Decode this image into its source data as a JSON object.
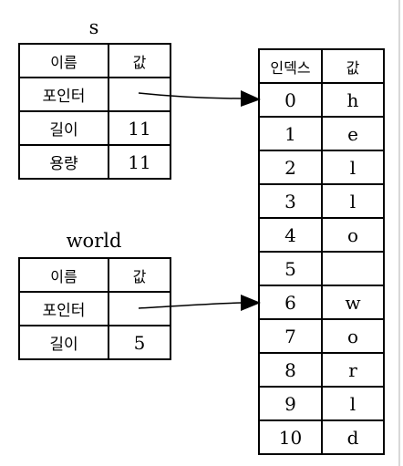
{
  "s_table": {
    "title": "s",
    "header": {
      "name": "이름",
      "value": "값"
    },
    "rows": [
      {
        "name": "포인터",
        "value": ""
      },
      {
        "name": "길이",
        "value": "11"
      },
      {
        "name": "용량",
        "value": "11"
      }
    ]
  },
  "world_table": {
    "title": "world",
    "header": {
      "name": "이름",
      "value": "값"
    },
    "rows": [
      {
        "name": "포인터",
        "value": ""
      },
      {
        "name": "길이",
        "value": "5"
      }
    ]
  },
  "heap_table": {
    "header": {
      "index": "인덱스",
      "value": "값"
    },
    "rows": [
      {
        "index": "0",
        "value": "h"
      },
      {
        "index": "1",
        "value": "e"
      },
      {
        "index": "2",
        "value": "l"
      },
      {
        "index": "3",
        "value": "l"
      },
      {
        "index": "4",
        "value": "o"
      },
      {
        "index": "5",
        "value": ""
      },
      {
        "index": "6",
        "value": "w"
      },
      {
        "index": "7",
        "value": "o"
      },
      {
        "index": "8",
        "value": "r"
      },
      {
        "index": "9",
        "value": "l"
      },
      {
        "index": "10",
        "value": "d"
      }
    ]
  }
}
